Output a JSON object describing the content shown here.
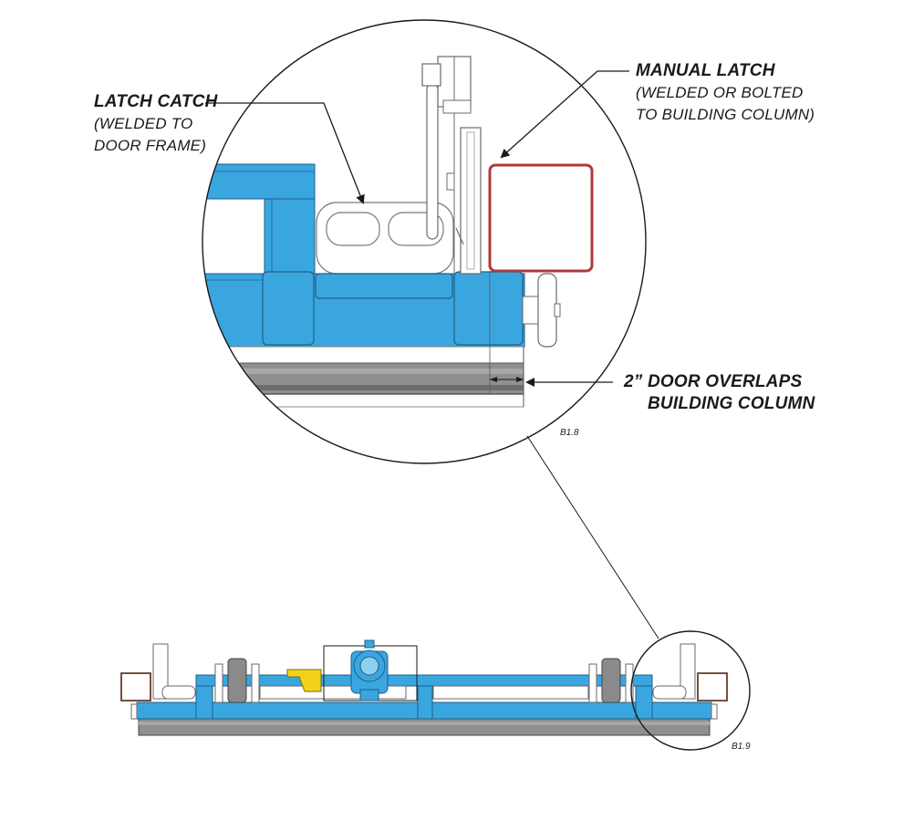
{
  "callouts": {
    "latch_catch": {
      "title": "LATCH CATCH",
      "line1": "(WELDED TO",
      "line2": "DOOR FRAME)"
    },
    "manual_latch": {
      "title": "MANUAL LATCH",
      "line1": "(WELDED OR BOLTED",
      "line2": "TO BUILDING COLUMN)"
    },
    "overlap": {
      "line1": "2”  DOOR OVERLAPS",
      "line2": "BUILDING COLUMN"
    }
  },
  "figure_refs": {
    "detail": "B1.8",
    "overview": "B1.9"
  },
  "colors": {
    "frame_blue": "#3aa6e0",
    "frame_outline": "#1f5f86",
    "column_red": "#b03a3a",
    "track_gray": "#8a8a8a",
    "motor_yellow": "#f2d21b",
    "line_black": "#1a1a1a"
  }
}
